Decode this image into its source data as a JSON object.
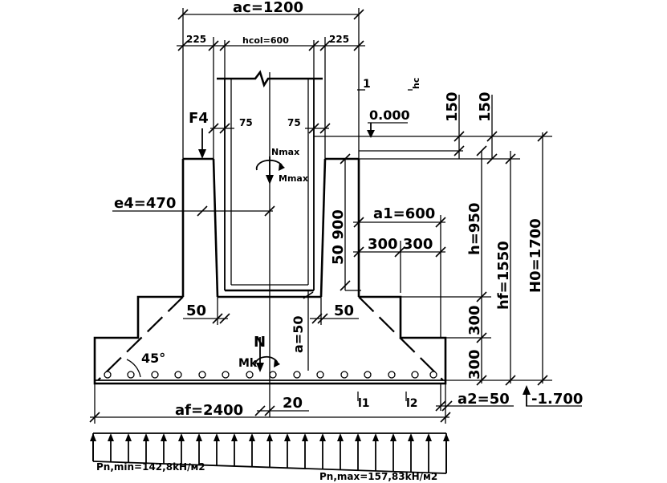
{
  "labels": {
    "ac": "ac=1200",
    "left_offset": "225",
    "right_offset": "225",
    "hcol": "hcol=600",
    "one": "1",
    "hc": "hc",
    "f4": "F4",
    "left_gap": "75",
    "right_gap": "75",
    "level_zero": "0.000",
    "dim150_a": "150",
    "dim150_b": "150",
    "nmax": "Nmax",
    "mmax": "Mmax",
    "e4": "e4=470",
    "a1": "a1=600",
    "h": "h=950",
    "hf": "hf=1550",
    "h0": "H0=1700",
    "d50_900": "50 900",
    "d300_300": "300 300",
    "d300_a": "300",
    "d300_b": "300",
    "d50_left": "50",
    "d50_right": "50",
    "a50": "a=50",
    "n": "N",
    "mk": "Mk",
    "angle": "45°",
    "af": "af=2400",
    "d20": "20",
    "l1": "l1",
    "l2": "l2",
    "a2": "a2=50",
    "level_bottom": "-1.700",
    "pmin": "Pn,min=142,8kH/м2",
    "pmax": "Pn,max=157,83kH/м2"
  }
}
